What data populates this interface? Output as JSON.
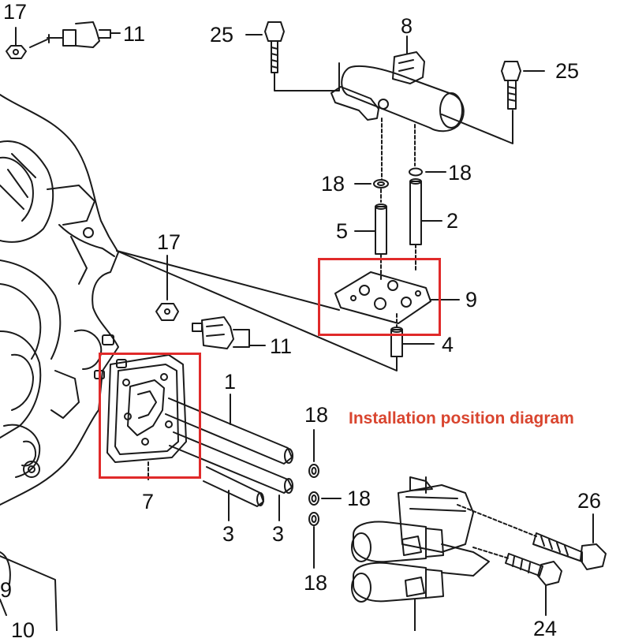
{
  "caption": "Installation position diagram",
  "highlight_color": "#e02a2a",
  "caption_color": "#d9452f",
  "callouts": {
    "p17_top": "17",
    "p11_top": "11",
    "p25_left": "25",
    "p8": "8",
    "p25_right": "25",
    "p18_a": "18",
    "p18_b": "18",
    "p5": "5",
    "p2": "2",
    "p9": "9",
    "p4": "4",
    "p17_mid": "17",
    "p11_mid": "11",
    "p1": "1",
    "p7": "7",
    "p3_a": "3",
    "p3_b": "3",
    "p18_c": "18",
    "p18_d": "18",
    "p18_e": "18",
    "p26": "26",
    "p24": "24",
    "p10": "10",
    "p9_bl": "9"
  }
}
